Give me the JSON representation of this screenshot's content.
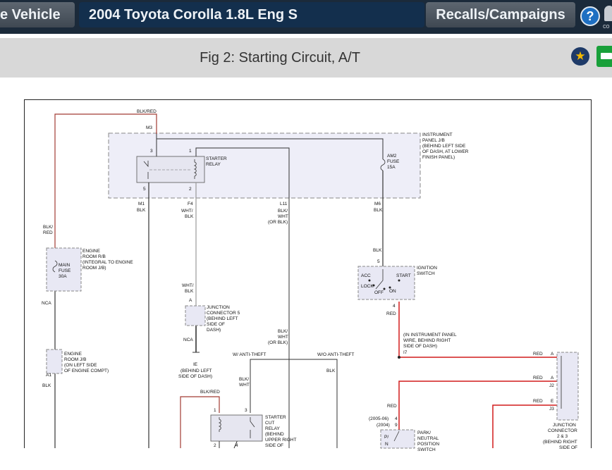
{
  "header": {
    "vehicle_tab": "e Vehicle",
    "title": "2004 Toyota Corolla 1.8L Eng S",
    "recalls": "Recalls/Campaigns",
    "help": "?",
    "corner_text": "co"
  },
  "figure": {
    "title": "Fig 2: Starting Circuit, A/T",
    "star": "★"
  },
  "diagram": {
    "w_top_blkred": "BLK/RED",
    "m3": "M3",
    "pin_3": "3",
    "pin_1": "1",
    "starter_relay": [
      "STARTER",
      "RELAY"
    ],
    "pin_5": "5",
    "pin_2": "2",
    "am2_fuse": [
      "AM2",
      "FUSE",
      "15A"
    ],
    "ip_jb": [
      "INSTRUMENT",
      "PANEL J/B",
      "(BEHIND LEFT SIDE",
      "OF DASH, AT LOWER",
      "FINISH PANEL)"
    ],
    "m1": "M1",
    "f4": "F4",
    "l11": "L11",
    "m6": "M6",
    "w_blk": "BLK",
    "w_wht_blk": [
      "WHT/",
      "BLK"
    ],
    "w_blk_wht_or": [
      "BLK/",
      "WHT",
      "(OR BLK)"
    ],
    "w_blk_red": [
      "BLK/",
      "RED"
    ],
    "er_rb": [
      "ENGINE",
      "ROOM R/B",
      "(INTEGRAL TO ENGINE",
      "ROOM J/B)"
    ],
    "main_fuse": [
      "MAIN",
      "FUSE",
      "30A"
    ],
    "nca": "NCA",
    "er_jb": [
      "ENGINE",
      "ROOM J/B",
      "(ON LEFT SIDE",
      "OF ENGINE COMPT)"
    ],
    "a1": "A1",
    "ign_switch": [
      "IGNITION",
      "SWITCH"
    ],
    "ign_acc": "ACC",
    "ign_lock": "LOCK",
    "ign_off": "OFF",
    "ign_start": "START",
    "ign_on": "ON",
    "pin_4": "4",
    "w_red": "RED",
    "ip_wire": [
      "(IN INSTRUMENT PANEL",
      "WIRE, BEHIND RIGHT",
      "SIDE OF DASH)"
    ],
    "i7": "I7",
    "pin_a": "A",
    "jc5": [
      "JUNCTION",
      "CONNECTOR 5",
      "(BEHIND LEFT",
      "SIDE OF",
      "DASH)"
    ],
    "ie": "IE",
    "ie_loc": [
      "(BEHIND LEFT",
      "SIDE OF DASH)"
    ],
    "w_anti": "W/ ANTI-THEFT",
    "wo_anti": "W/O ANTI-THEFT",
    "w_blk_wht": [
      "BLK/",
      "WHT"
    ],
    "w_blk_red_one": "BLK/RED",
    "sc_relay": [
      "STARTER",
      "CUT",
      "RELAY",
      "(BEHIND",
      "UPPER RIGHT",
      "SIDE OF"
    ],
    "jc_a": "A",
    "j2": "J2",
    "jc_e": "E",
    "j3": "J3",
    "jc23": [
      "JUNCTION",
      "CONNECTOR",
      "2 & 3",
      "(BEHIND RIGHT",
      "SIDE OF"
    ],
    "yr_0506": "(2005-06)",
    "yr_2004": "(2004)",
    "pin_9": "9",
    "pn_p": "P/",
    "pn_n": "N",
    "pn_switch": [
      "PARK/",
      "NEUTRAL",
      "POSITION",
      "SWITCH"
    ]
  }
}
